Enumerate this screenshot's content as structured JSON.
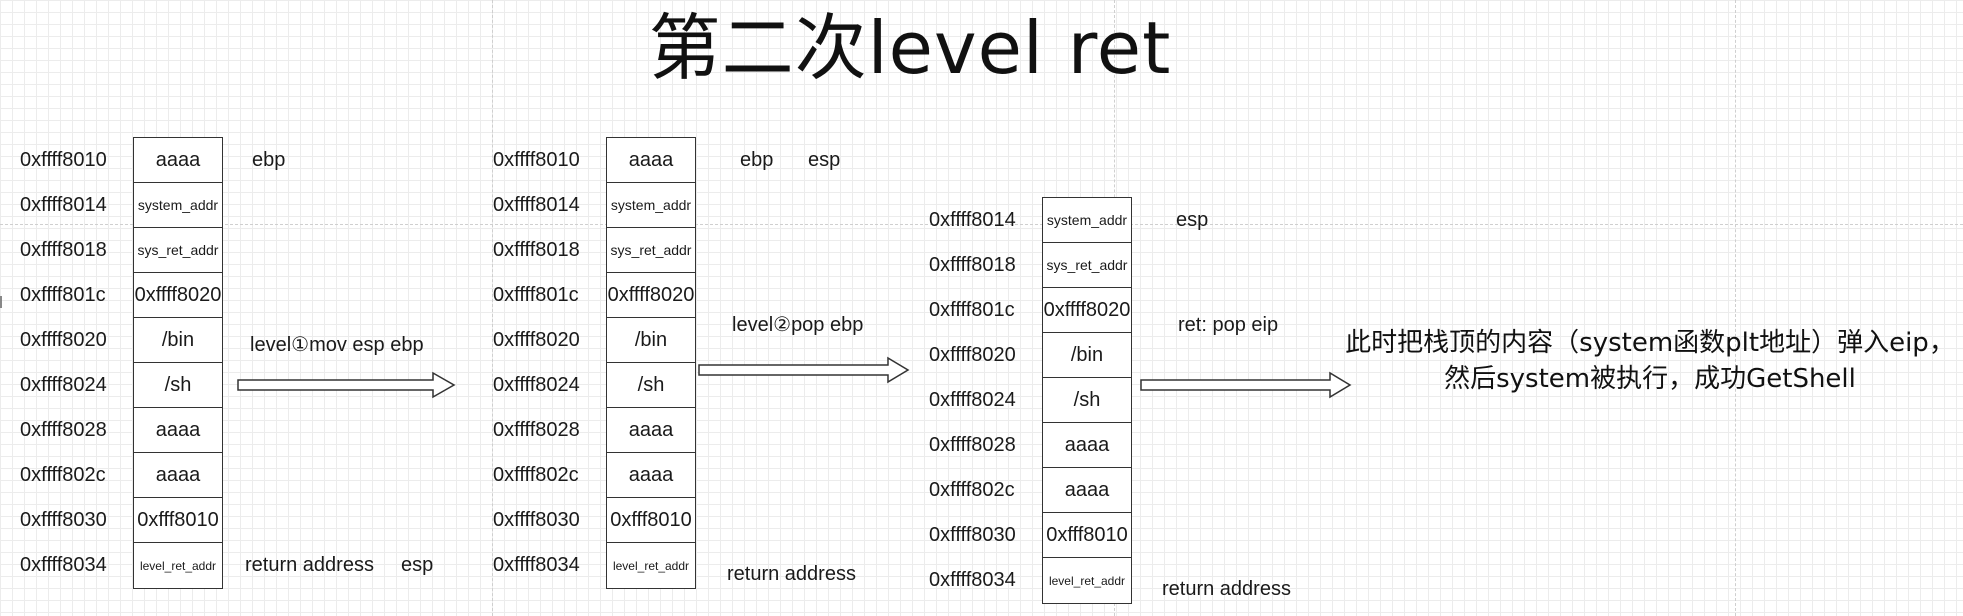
{
  "title": "第二次level ret",
  "diagrams": [
    {
      "addresses": [
        "0xffff8010",
        "0xffff8014",
        "0xffff8018",
        "0xffff801c",
        "0xffff8020",
        "0xffff8024",
        "0xffff8028",
        "0xffff802c",
        "0xffff8030",
        "0xffff8034"
      ],
      "cells": [
        "aaaa",
        "system_addr",
        "sys_ret_addr",
        "0xffff8020",
        "/bin",
        "/sh",
        "aaaa",
        "aaaa",
        "0xfff8010",
        "level_ret_addr"
      ],
      "labels": {
        "top_ebp": "ebp",
        "bottom_return": "return address",
        "bottom_esp": "esp"
      }
    },
    {
      "addresses": [
        "0xffff8010",
        "0xffff8014",
        "0xffff8018",
        "0xffff801c",
        "0xffff8020",
        "0xffff8024",
        "0xffff8028",
        "0xffff802c",
        "0xffff8030",
        "0xffff8034"
      ],
      "cells": [
        "aaaa",
        "system_addr",
        "sys_ret_addr",
        "0xffff8020",
        "/bin",
        "/sh",
        "aaaa",
        "aaaa",
        "0xfff8010",
        "level_ret_addr"
      ],
      "labels": {
        "top_ebp": "ebp",
        "top_esp": "esp",
        "bottom_return": "return address"
      }
    },
    {
      "addresses": [
        "0xffff8014",
        "0xffff8018",
        "0xffff801c",
        "0xffff8020",
        "0xffff8024",
        "0xffff8028",
        "0xffff802c",
        "0xffff8030",
        "0xffff8034"
      ],
      "cells": [
        "system_addr",
        "sys_ret_addr",
        "0xffff8020",
        "/bin",
        "/sh",
        "aaaa",
        "aaaa",
        "0xfff8010",
        "level_ret_addr"
      ],
      "labels": {
        "top_esp": "esp",
        "ret_label": "ret: pop eip",
        "bottom_return": "return address"
      }
    }
  ],
  "arrows": [
    {
      "label": "level①mov esp ebp"
    },
    {
      "label": "level②pop ebp"
    },
    {
      "label": ""
    }
  ],
  "note": {
    "line1": "此时把栈顶的内容（system函数plt地址）弹入eip，",
    "line2": "然后system被执行，成功GetShell"
  }
}
